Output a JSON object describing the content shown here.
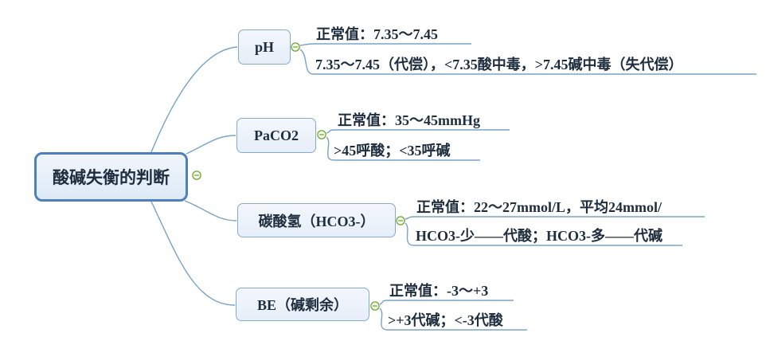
{
  "app": {
    "type": "mindmap",
    "background": "#ffffff"
  },
  "colors": {
    "central_border": "#4e80bb",
    "central_fill": "#e7eff8",
    "branch_border": "#84aacc",
    "branch_fill": "#eef3fa",
    "connector_line": "#78a3c8",
    "text": "#1e2d3e",
    "collapse_icon_green": "#73a637",
    "collapse_icon_fill": "#f4fbec"
  },
  "root": {
    "label": "酸碱失衡的判断",
    "collapse_state": "expanded"
  },
  "branches": [
    {
      "label": "pH",
      "collapse_state": "expanded",
      "leaves": [
        "正常值：7.35～7.45",
        "7.35～7.45（代偿），<7.35酸中毒，>7.45碱中毒（失代偿）"
      ]
    },
    {
      "label": "PaCO2",
      "collapse_state": "expanded",
      "leaves": [
        "正常值：35～45mmHg",
        ">45呼酸；<35呼碱"
      ]
    },
    {
      "label": "碳酸氢（HCO3-）",
      "collapse_state": "expanded",
      "leaves": [
        "正常值：22～27mmol/L，平均24mmol/",
        "HCO3-少——代酸；HCO3-多——代碱"
      ]
    },
    {
      "label": "BE（碱剩余）",
      "collapse_state": "expanded",
      "leaves": [
        "正常值：-3～+3",
        ">+3代碱；<-3代酸"
      ]
    }
  ]
}
